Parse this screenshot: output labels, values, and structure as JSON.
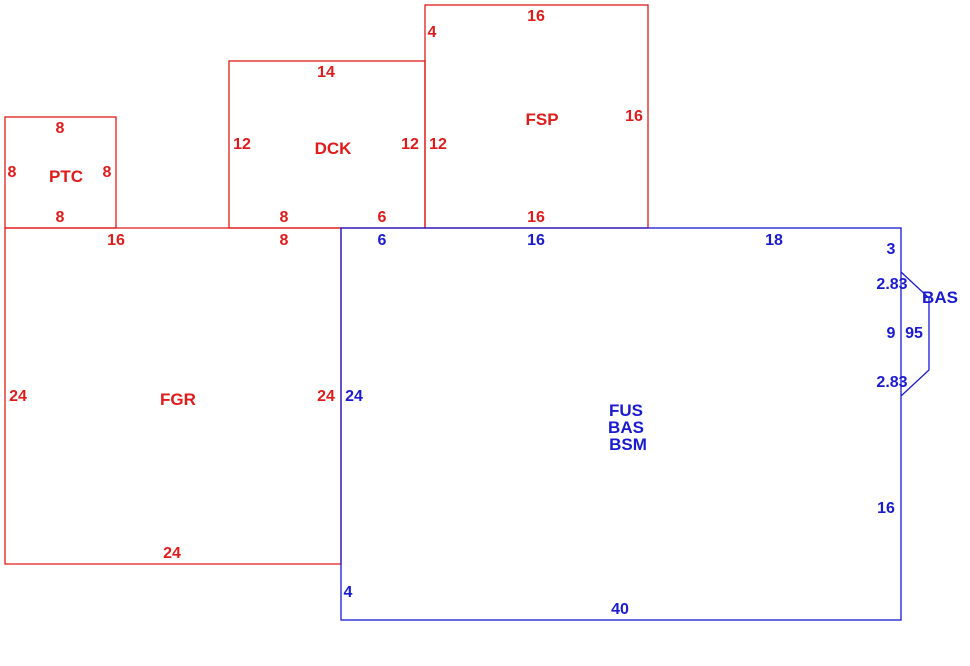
{
  "colors": {
    "detached": "#e01b1b",
    "main": "#1a1ad0"
  },
  "areas": {
    "ptc": {
      "label": "PTC",
      "dims": {
        "top": "8",
        "left": "8",
        "right": "8",
        "bottom": "8"
      }
    },
    "dck": {
      "label": "DCK",
      "dims": {
        "top": "14",
        "left": "12",
        "right": "12",
        "bottom_left": "8",
        "bottom_right": "6"
      }
    },
    "fsp": {
      "label": "FSP",
      "dims": {
        "top": "16",
        "left_top": "4",
        "left": "12",
        "right": "16",
        "bottom": "16"
      }
    },
    "fgr": {
      "label": "FGR",
      "dims": {
        "top": "16",
        "top_right": "8",
        "left": "24",
        "right": "24",
        "bottom": "24"
      }
    },
    "main": {
      "labels": [
        "FUS",
        "BAS",
        "BSM"
      ],
      "dims": {
        "top_a": "6",
        "top_b": "16",
        "top_c": "18",
        "left": "24",
        "left_bottom": "4",
        "bottom": "40",
        "right_top": "3",
        "right_bottom": "16"
      }
    },
    "bay": {
      "label": "BAS",
      "dims": {
        "diag_top": "2.83",
        "diag_bottom": "2.83",
        "inner": "9",
        "outer": "95"
      }
    }
  }
}
